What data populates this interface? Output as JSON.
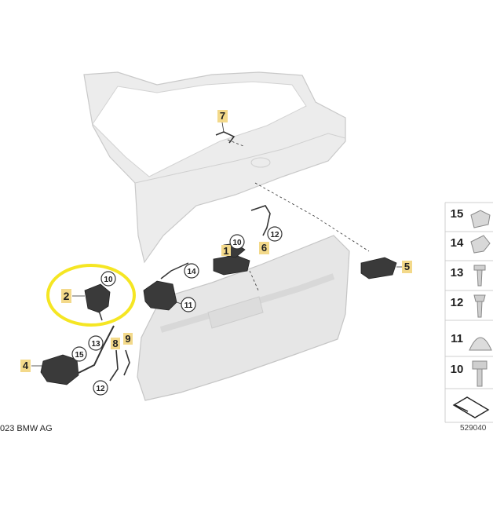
{
  "callouts": {
    "p1": "1",
    "p2": "2",
    "p4": "4",
    "p5": "5",
    "p6": "6",
    "p7": "7",
    "p8": "8",
    "p9": "9",
    "p10a": "10",
    "p10b": "10",
    "p11": "11",
    "p12a": "12",
    "p12b": "12",
    "p13": "13",
    "p14": "14",
    "p15": "15"
  },
  "legend": [
    "15",
    "14",
    "13",
    "12",
    "11",
    "10"
  ],
  "copyright": "023 BMW AG",
  "image_id": "529040",
  "colors": {
    "highlight_ring": "#f5e623",
    "label_box": "#f3d98a",
    "part": "#3a3a3a",
    "body": "#e4e4e4"
  }
}
